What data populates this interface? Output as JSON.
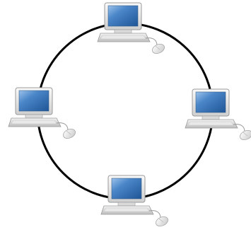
{
  "diagram": {
    "topology": "ring",
    "ring_color": "#000000",
    "nodes": [
      {
        "id": "computer-top",
        "icon": "laptop-icon",
        "peripheral": "mouse-icon"
      },
      {
        "id": "computer-left",
        "icon": "laptop-icon",
        "peripheral": "mouse-icon"
      },
      {
        "id": "computer-right",
        "icon": "laptop-icon",
        "peripheral": "mouse-icon"
      },
      {
        "id": "computer-bottom",
        "icon": "laptop-icon",
        "peripheral": "mouse-icon"
      }
    ],
    "colors": {
      "screen": "#2f6fb5",
      "screen_highlight": "#6fa6de",
      "body": "#e6e6e6",
      "body_shadow": "#b8b8b8",
      "frame": "#8a8a8a"
    }
  }
}
